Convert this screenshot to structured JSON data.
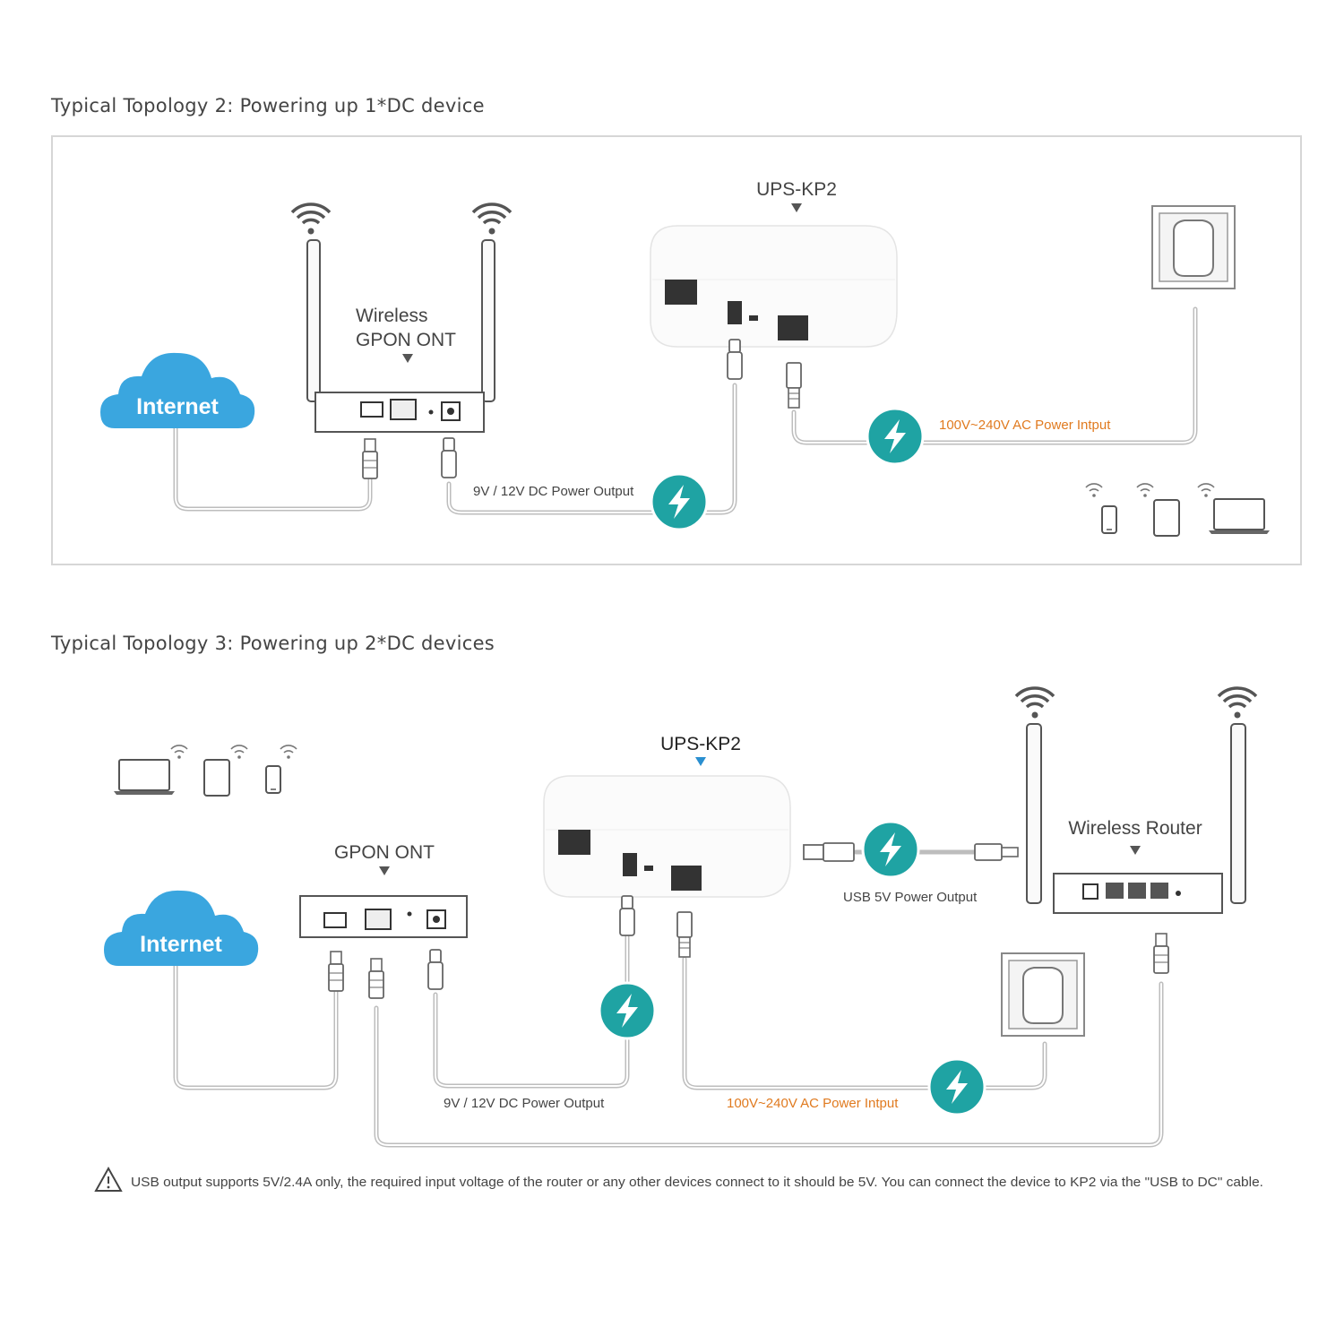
{
  "topology2": {
    "title": "Typical Topology 2: Powering up 1*DC device",
    "ups_label": "UPS-KP2",
    "ont_label_line1": "Wireless",
    "ont_label_line2": "GPON ONT",
    "internet_label": "Internet",
    "dc_output_label": "9V / 12V DC Power Output",
    "ac_input_label": "100V~240V AC Power Intput"
  },
  "topology3": {
    "title": "Typical Topology 3: Powering up 2*DC devices",
    "ups_label": "UPS-KP2",
    "ont_label": "GPON ONT",
    "router_label": "Wireless Router",
    "internet_label": "Internet",
    "usb_output_label": "USB 5V Power Output",
    "dc_output_label": "9V / 12V DC Power Output",
    "ac_input_label": "100V~240V AC Power Intput",
    "note": "USB output supports 5V/2.4A only, the required input voltage of the router or any other devices connect to it should be 5V. You can connect the device to KP2 via the \"USB to DC\" cable."
  },
  "colors": {
    "cloud": "#3aa6df",
    "bolt_circle": "#1fa3a3",
    "ac_text": "#e07a1f",
    "ups_pointer_blue": "#2a8fd0",
    "cable": "#b9b9b9"
  },
  "icons": [
    "wifi-icon",
    "cloud-icon",
    "lightning-icon",
    "warning-icon",
    "phone-icon",
    "tablet-icon",
    "laptop-icon",
    "power-socket-icon"
  ]
}
